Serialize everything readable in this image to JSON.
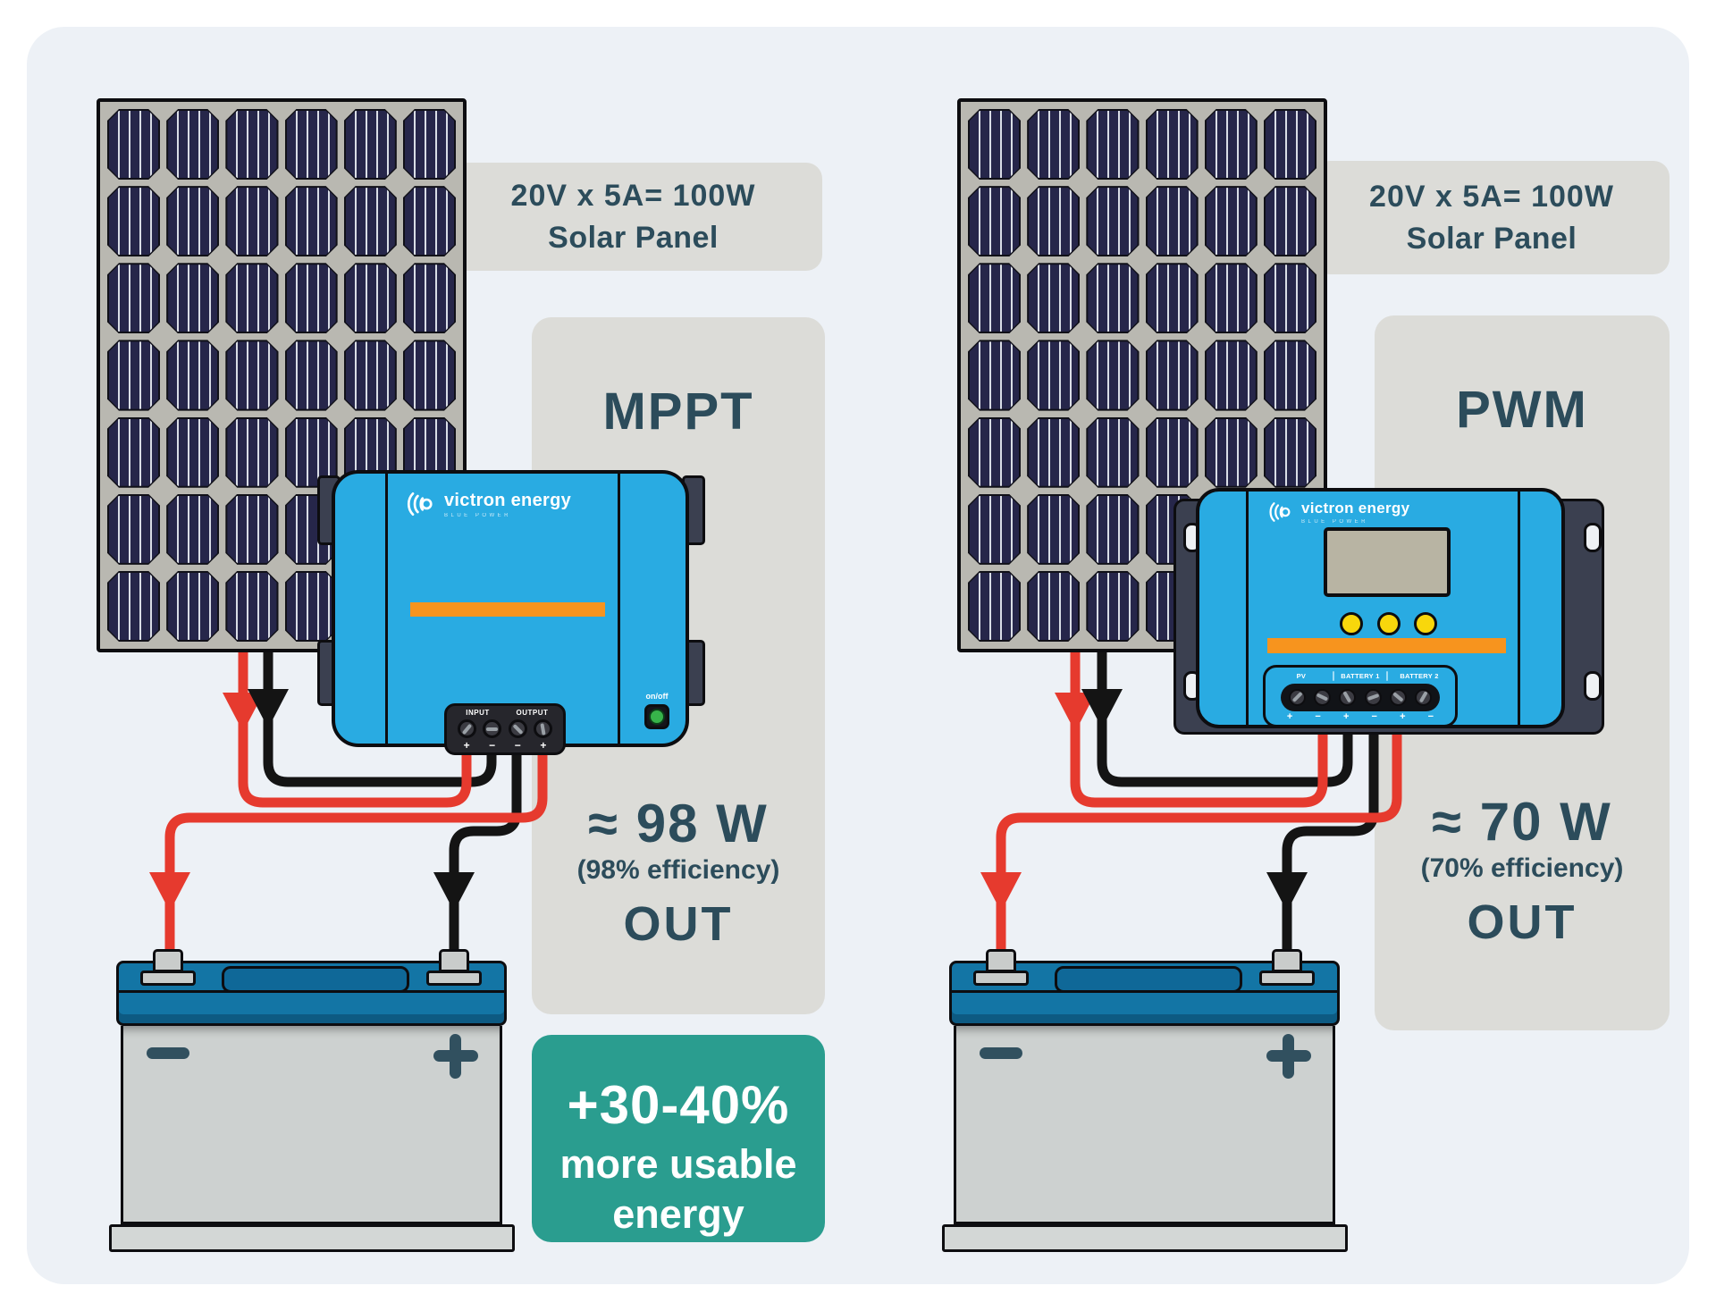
{
  "canvas": {
    "background": "#edf1f6"
  },
  "colors": {
    "victron_blue": "#29abe2",
    "accent_orange": "#f7941e",
    "benefit_green": "#2a9d8f",
    "heading_teal": "#2c4c5b",
    "wire_positive_red": "#e63a2e",
    "wire_negative_black": "#141414",
    "panel_cell_navy": "#26264a",
    "battery_blue": "#1375a5"
  },
  "left": {
    "panel_label": {
      "line1": "20V x 5A= 100W",
      "line2": "Solar Panel"
    },
    "controller": {
      "type": "MPPT",
      "brand": "victron energy",
      "brand_subtext": "blue power",
      "terminal_group_1": "INPUT",
      "terminal_group_2": "OUTPUT",
      "terminal_signs": [
        "+",
        "−",
        "−",
        "+"
      ],
      "power_switch": "on/off"
    },
    "output": {
      "power": "≈ 98 W",
      "efficiency": "(98% efficiency)",
      "label": "OUT"
    },
    "benefit": {
      "line1": "+30-40%",
      "line2": "more usable",
      "line3": "energy"
    }
  },
  "right": {
    "panel_label": {
      "line1": "20V x 5A= 100W",
      "line2": "Solar Panel"
    },
    "controller": {
      "type": "PWM",
      "brand": "victron energy",
      "brand_subtext": "blue power",
      "terminal_groups": [
        "PV",
        "BATTERY 1",
        "BATTERY 2"
      ],
      "terminal_signs": [
        "+",
        "−",
        "+",
        "−",
        "+",
        "−"
      ]
    },
    "output": {
      "power": "≈ 70 W",
      "efficiency": "(70% efficiency)",
      "label": "OUT"
    }
  }
}
